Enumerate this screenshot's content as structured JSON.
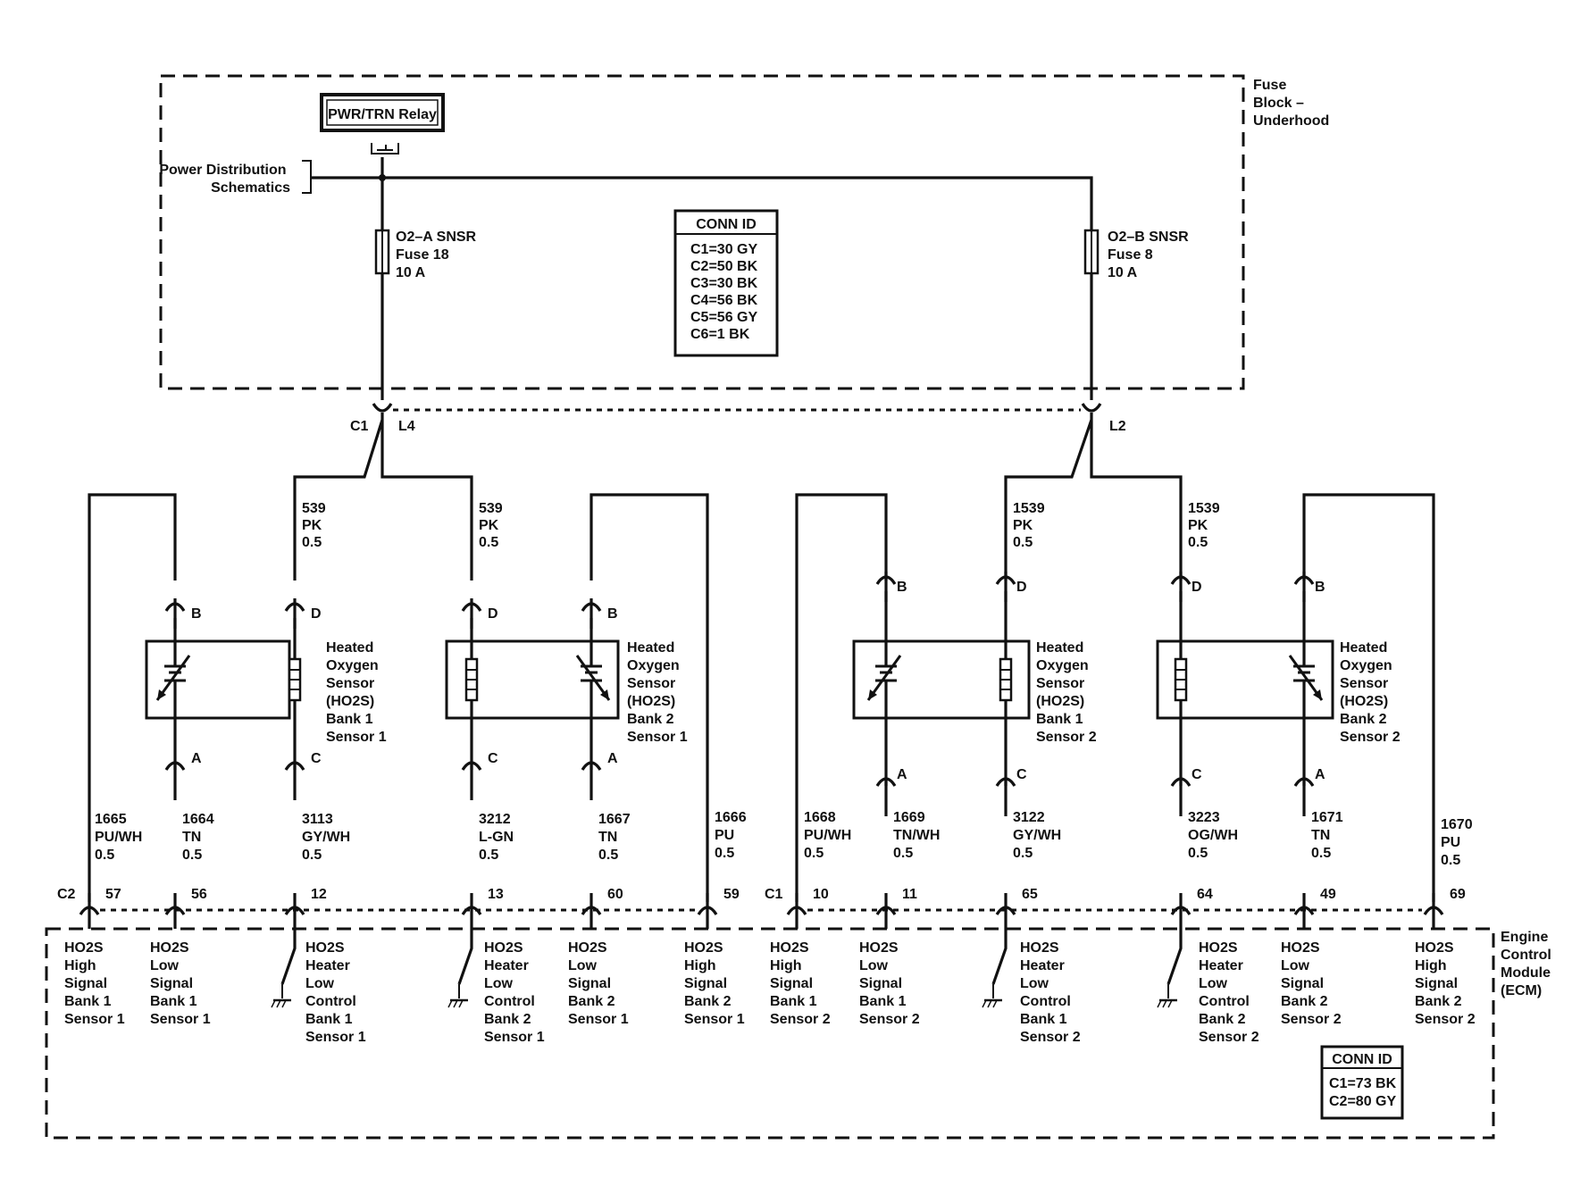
{
  "fuse_block": {
    "label": [
      "Fuse",
      "Block –",
      "Underhood"
    ]
  },
  "relay": {
    "label": "PWR/TRN Relay"
  },
  "power_dist": {
    "label": [
      "Power Distribution",
      "Schematics"
    ]
  },
  "fuse_a": {
    "label": [
      "O2–A SNSR",
      "Fuse 18",
      "10 A"
    ]
  },
  "fuse_b": {
    "label": [
      "O2–B SNSR",
      "Fuse 8",
      "10 A"
    ]
  },
  "conn_top": {
    "title": "CONN ID",
    "rows": [
      "C1=30 GY",
      "C2=50 BK",
      "C3=30 BK",
      "C4=56 BK",
      "C5=56 GY",
      "C6=1 BK"
    ]
  },
  "conn_bottom": {
    "title": "CONN ID",
    "rows": [
      "C1=73 BK",
      "C2=80 GY"
    ]
  },
  "junction": {
    "c1": "C1",
    "l4": "L4",
    "l2": "L2"
  },
  "ecm": {
    "label": [
      "Engine",
      "Control",
      "Module",
      "(ECM)"
    ],
    "c2": "C2",
    "c1": "C1"
  },
  "supply_wires": [
    {
      "lines": [
        "539",
        "PK",
        "0.5"
      ]
    },
    {
      "lines": [
        "539",
        "PK",
        "0.5"
      ]
    },
    {
      "lines": [
        "1539",
        "PK",
        "0.5"
      ]
    },
    {
      "lines": [
        "1539",
        "PK",
        "0.5"
      ]
    }
  ],
  "sensors": [
    {
      "label": [
        "Heated",
        "Oxygen",
        "Sensor",
        "(HO2S)",
        "Bank 1",
        "Sensor 1"
      ]
    },
    {
      "label": [
        "Heated",
        "Oxygen",
        "Sensor",
        "(HO2S)",
        "Bank 2",
        "Sensor 1"
      ]
    },
    {
      "label": [
        "Heated",
        "Oxygen",
        "Sensor",
        "(HO2S)",
        "Bank 1",
        "Sensor 2"
      ]
    },
    {
      "label": [
        "Heated",
        "Oxygen",
        "Sensor",
        "(HO2S)",
        "Bank 2",
        "Sensor 2"
      ]
    }
  ],
  "pin_letters": {
    "b": "B",
    "d": "D",
    "a": "A",
    "c": "C"
  },
  "circuits": [
    {
      "wire": [
        "1665",
        "PU/WH",
        "0.5"
      ],
      "pin": "57",
      "label": [
        "HO2S",
        "High",
        "Signal",
        "Bank 1",
        "Sensor 1"
      ]
    },
    {
      "wire": [
        "1664",
        "TN",
        "0.5"
      ],
      "pin": "56",
      "label": [
        "HO2S",
        "Low",
        "Signal",
        "Bank 1",
        "Sensor 1"
      ]
    },
    {
      "wire": [
        "3113",
        "GY/WH",
        "0.5"
      ],
      "pin": "12",
      "label": [
        "HO2S",
        "Heater",
        "Low",
        "Control",
        "Bank 1",
        "Sensor 1"
      ]
    },
    {
      "wire": [
        "3212",
        "L-GN",
        "0.5"
      ],
      "pin": "13",
      "label": [
        "HO2S",
        "Heater",
        "Low",
        "Control",
        "Bank 2",
        "Sensor 1"
      ]
    },
    {
      "wire": [
        "1667",
        "TN",
        "0.5"
      ],
      "pin": "60",
      "label": [
        "HO2S",
        "Low",
        "Signal",
        "Bank 2",
        "Sensor 1"
      ]
    },
    {
      "wire": [
        "1666",
        "PU",
        "0.5"
      ],
      "pin": "59",
      "label": [
        "HO2S",
        "High",
        "Signal",
        "Bank 2",
        "Sensor 1"
      ]
    },
    {
      "wire": [
        "1668",
        "PU/WH",
        "0.5"
      ],
      "pin": "10",
      "label": [
        "HO2S",
        "High",
        "Signal",
        "Bank 1",
        "Sensor 2"
      ]
    },
    {
      "wire": [
        "1669",
        "TN/WH",
        "0.5"
      ],
      "pin": "11",
      "label": [
        "HO2S",
        "Low",
        "Signal",
        "Bank 1",
        "Sensor 2"
      ]
    },
    {
      "wire": [
        "3122",
        "GY/WH",
        "0.5"
      ],
      "pin": "65",
      "label": [
        "HO2S",
        "Heater",
        "Low",
        "Control",
        "Bank 1",
        "Sensor 2"
      ]
    },
    {
      "wire": [
        "3223",
        "OG/WH",
        "0.5"
      ],
      "pin": "64",
      "label": [
        "HO2S",
        "Heater",
        "Low",
        "Control",
        "Bank 2",
        "Sensor 2"
      ]
    },
    {
      "wire": [
        "1671",
        "TN",
        "0.5"
      ],
      "pin": "49",
      "label": [
        "HO2S",
        "Low",
        "Signal",
        "Bank 2",
        "Sensor 2"
      ]
    },
    {
      "wire": [
        "1670",
        "PU",
        "0.5"
      ],
      "pin": "69",
      "label": [
        "HO2S",
        "High",
        "Signal",
        "Bank 2",
        "Sensor 2"
      ]
    }
  ]
}
